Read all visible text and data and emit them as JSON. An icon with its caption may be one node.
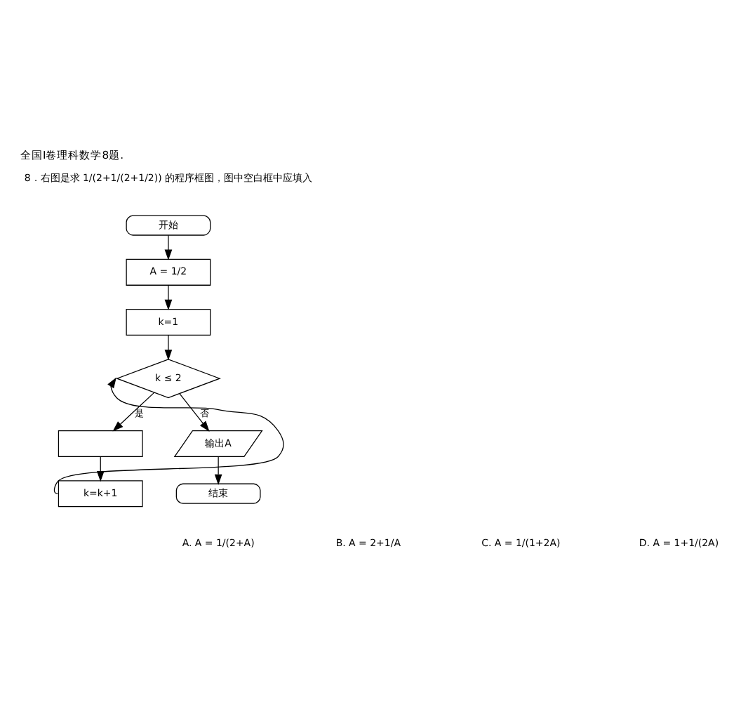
{
  "diagram": {
    "title": "全国I卷理科数学8题.",
    "nodes": [
      {
        "text": [
          "开始"
        ]
      },
      {
        "text": [
          "A = 1/2"
        ]
      },
      {
        "text": [
          "k=1"
        ]
      },
      {
        "text": [
          "k ≤ 2"
        ]
      },
      {
        "text": [],
        "shape": "box"
      },
      {
        "text": [
          "k=k+1"
        ]
      },
      {
        "text": [
          "输出A"
        ]
      },
      {
        "text": [
          "结束"
        ]
      }
    ],
    "edges": [
      {
        "from": 0,
        "to": 1,
        "arrow": "to"
      },
      {
        "from": 1,
        "to": 2,
        "arrow": "to"
      },
      {
        "from": 2,
        "to": 3,
        "arrow": "to"
      },
      {
        "from": 3,
        "to": 4,
        "arrow": "to",
        "label": "是"
      },
      {
        "from": 4,
        "to": 5,
        "arrow": "to"
      },
      {
        "from": 5,
        "to": 3,
        "arrow": "to"
      },
      {
        "from": 3,
        "to": 6,
        "arrow": "to",
        "label": "否"
      },
      {
        "from": 6,
        "to": 7,
        "arrow": "to"
      }
    ],
    "labels": [
      "8．右图是求 1/(2+1/(2+1/2)) 的程序框图，图中空白框中应填入",
      "A. A = 1/(2+A)",
      "B. A = 2+1/A",
      "C. A = 1/(1+2A)",
      "D. A = 1+1/(2A)"
    ]
  }
}
